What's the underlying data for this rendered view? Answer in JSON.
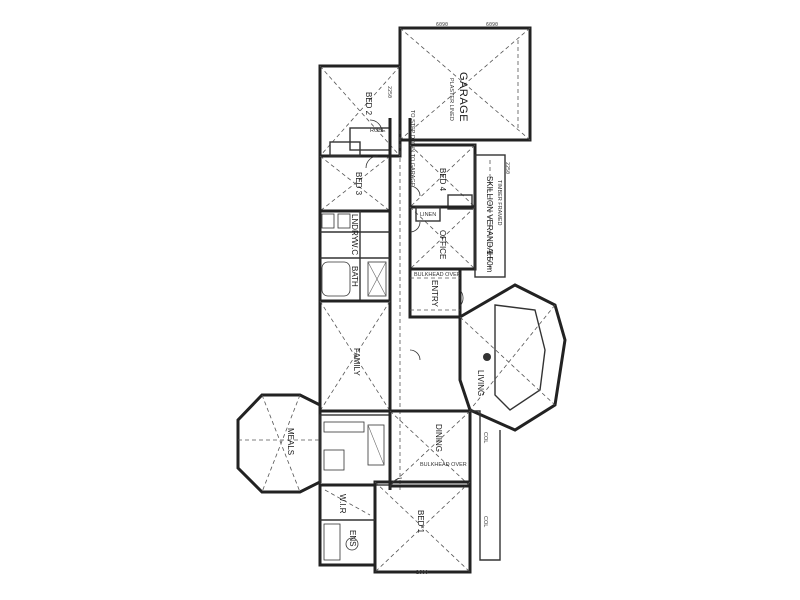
{
  "rooms": {
    "garage": "GARAGE",
    "garage_sub": "PLASTER LINED",
    "bed2": "BED 2",
    "bed3": "BED 3",
    "bed4": "BED 4",
    "laundry": "LNDRY",
    "wc": "W.C",
    "bath": "BATH",
    "office": "OFFICE",
    "entry": "ENTRY",
    "skillion": "SKILLION VERANDAH",
    "skillion_sub": "TIMBER FRAMED",
    "verandah_width": "1.50m",
    "living": "LIVING",
    "family": "FAMILY",
    "meals": "MEALS",
    "dining": "DINING",
    "bed1": "BED 1",
    "wir": "W.I.R",
    "ens": "ENS"
  },
  "labels": {
    "robe": "ROBE",
    "linen": "LINEN",
    "step": "TO STEP DOWN TO GARAGE",
    "col": "COL",
    "bulkhead": "BULKHEAD OVER"
  },
  "dims": {
    "d1": "2250",
    "d2": "2250",
    "d3": "1.50m",
    "d4": "6090",
    "d5": "6090",
    "d6": "2600"
  }
}
